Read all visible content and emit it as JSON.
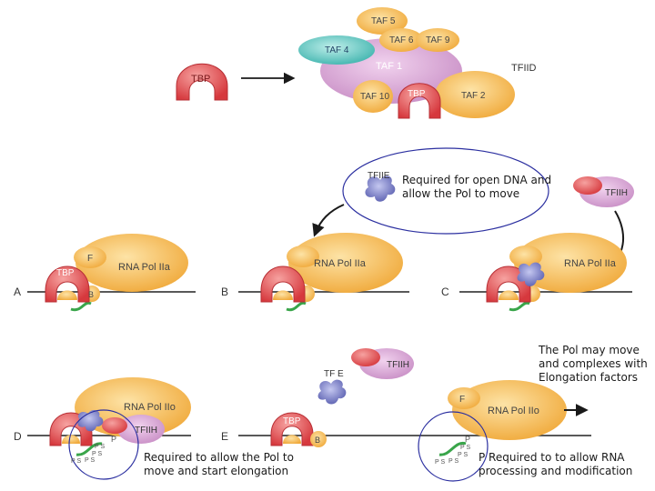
{
  "colors": {
    "tbp": "#e2474b",
    "polii": "#f2b349",
    "taf_orange": "#f4b248",
    "taf1": "#d9a6d6",
    "taf4": "#5cc5c0",
    "tfiie": "#7a7fc4",
    "tfiih": "#e2a5d8",
    "dna_strand": "#222222",
    "ctd": "#39a54a",
    "circle": "#2b2fa0"
  },
  "tfiid_assembly": {
    "tbp_free_label": "TBP",
    "taf5": "TAF 5",
    "taf4": "TAF 4",
    "taf6": "TAF 6",
    "taf9": "TAF 9",
    "taf1": "TAF 1",
    "taf10": "TAF 10",
    "taf2": "TAF 2",
    "tbp_bound_label": "TBP",
    "complex_label": "TFIID"
  },
  "tfiie_free": "TFIIE",
  "tfiih_free": "TFIIH",
  "note1": [
    "Required for open DNA and",
    "allow the Pol to move"
  ],
  "stage_a": {
    "letter": "A",
    "f": "F",
    "pol": "RNA Pol IIa",
    "tbp": "TBP",
    "b": "B"
  },
  "stage_b": {
    "letter": "B",
    "pol": "RNA Pol IIa"
  },
  "stage_c": {
    "letter": "C",
    "pol": "RNA Pol IIa"
  },
  "note2": [
    "The  Pol  may  move",
    "and complexes with",
    "Elongation factors"
  ],
  "tfe_free": "TF E",
  "tfiih_free2": "TFIIH",
  "stage_d": {
    "letter": "D",
    "pol": "RNA Pol IIo",
    "tfiih": "TFIIH",
    "p": "P",
    "ps": [
      "P S",
      "P S",
      "P S",
      "P S"
    ]
  },
  "stage_e": {
    "letter": "E",
    "tbp": "TBP",
    "b": "B"
  },
  "stage_f": {
    "f": "F",
    "pol": "RNA Pol IIo",
    "p": "P",
    "ps": [
      "P S",
      "P S",
      "P S",
      "P S"
    ]
  },
  "note3": [
    "Required to allow the Pol to",
    "move and start elongation"
  ],
  "note4": [
    "P  Required to to allow RNA",
    "processing and modification"
  ]
}
